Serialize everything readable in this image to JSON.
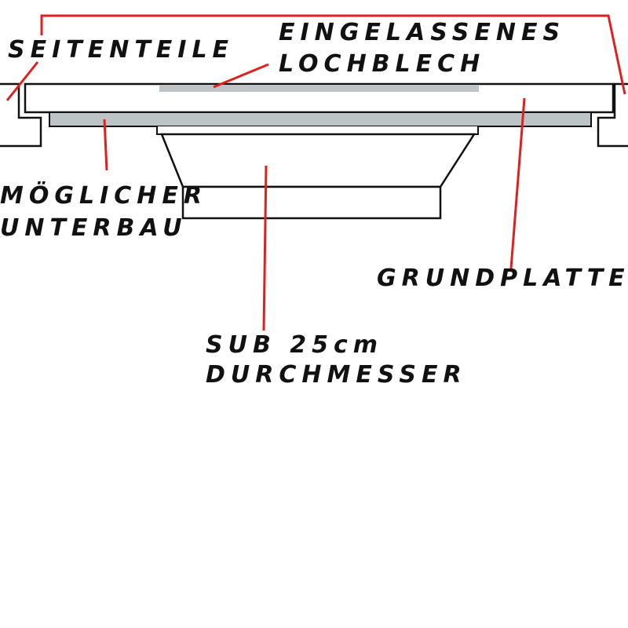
{
  "colors": {
    "outline": "#111111",
    "leader": "#e0201e",
    "fill_grey": "#bcc4c6",
    "background": "#ffffff"
  },
  "labels": {
    "seitenteile": "SEITENTEILE",
    "lochblech_line1": "EINGELASSENES",
    "lochblech_line2": "LOCHBLECH",
    "unterbau_line1": "MÖGLICHER",
    "unterbau_line2": "UNTERBAU",
    "grundplatte": "GRUNDPLATTE",
    "sub_line1": "SUB 25cm",
    "sub_line2": "DURCHMESSER"
  }
}
